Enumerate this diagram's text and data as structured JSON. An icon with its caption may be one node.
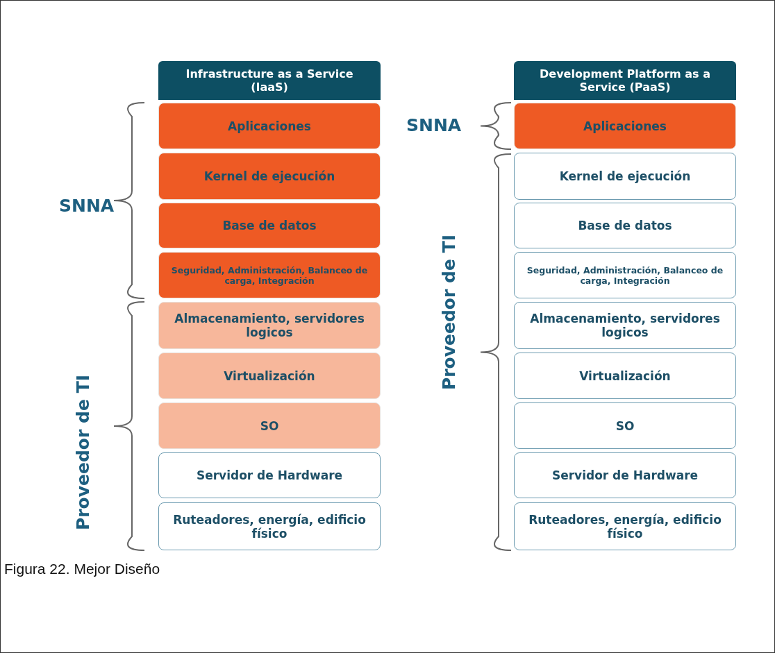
{
  "diagram": {
    "caption": "Figura 22.  Mejor Diseño",
    "nodes": [
      {
        "text": [
          "Infrastructure as a Service (IaaS)"
        ]
      },
      {
        "text": [
          "Aplicaciones"
        ]
      },
      {
        "text": [
          "Kernel de ejecución"
        ]
      },
      {
        "text": [
          "Base de datos"
        ]
      },
      {
        "text": [
          "Seguridad, Administración, Balanceo de carga, Integración"
        ]
      },
      {
        "text": [
          "Almacenamiento, servidores logicos"
        ]
      },
      {
        "text": [
          "Virtualización"
        ]
      },
      {
        "text": [
          "SO"
        ]
      },
      {
        "text": [
          "Servidor de Hardware"
        ]
      },
      {
        "text": [
          "Ruteadores, energía, edificio físico"
        ]
      },
      {
        "text": [
          "Development Platform as a Service (PaaS)"
        ]
      },
      {
        "text": [
          "Aplicaciones"
        ]
      },
      {
        "text": [
          "Kernel de ejecución"
        ]
      },
      {
        "text": [
          "Base de datos"
        ]
      },
      {
        "text": [
          "Seguridad, Administración, Balanceo de carga, Integración"
        ]
      },
      {
        "text": [
          "Almacenamiento, servidores logicos"
        ]
      },
      {
        "text": [
          "Virtualización"
        ]
      },
      {
        "text": [
          "SO"
        ]
      },
      {
        "text": [
          "Servidor de Hardware"
        ]
      },
      {
        "text": [
          "Ruteadores, energía, edificio físico"
        ]
      }
    ],
    "edges": [],
    "labels": [
      "SNNA",
      "Proveedor de TI",
      "SNNA",
      "Proveedor de TI"
    ]
  }
}
